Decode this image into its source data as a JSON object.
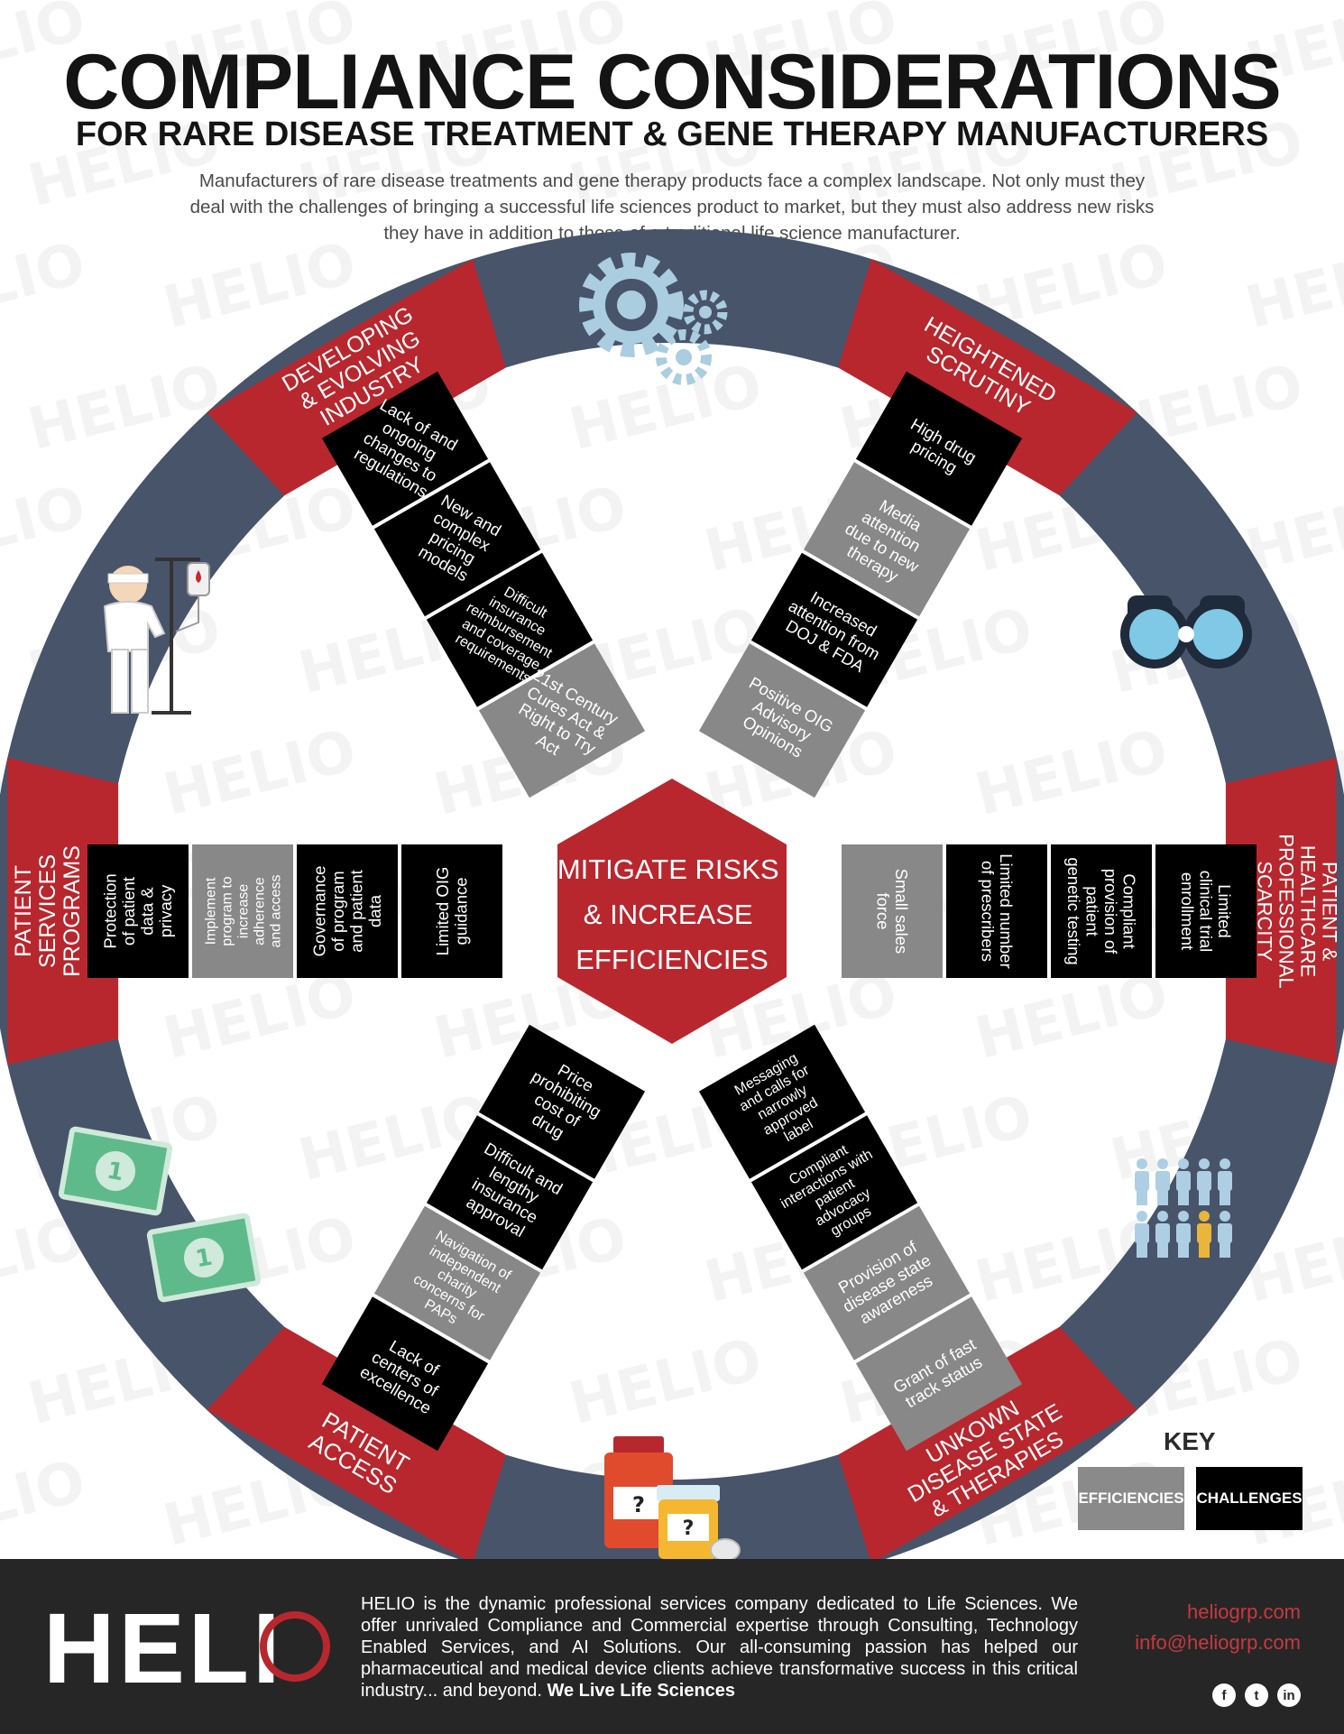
{
  "header": {
    "title": "COMPLIANCE CONSIDERATIONS",
    "subtitle": "FOR RARE DISEASE TREATMENT & GENE THERAPY MANUFACTURERS",
    "intro_lines": [
      "Manufacturers of rare disease treatments and gene therapy products face a complex landscape. Not only must they",
      "deal with the challenges of bringing a successful life sciences product to market, but they must also address new risks",
      "they have in addition to those of a traditional life science manufacturer."
    ]
  },
  "watermark": "HELIO",
  "center": {
    "lines": [
      "MITIGATE RISKS",
      "& INCREASE",
      "EFFICIENCIES"
    ]
  },
  "categories": [
    {
      "name": "developing",
      "lines": [
        "DEVELOPING",
        "& EVOLVING",
        "INDUSTRY"
      ]
    },
    {
      "name": "scrutiny",
      "lines": [
        "HEIGHTENED",
        "SCRUTINY"
      ]
    },
    {
      "name": "scarcity",
      "lines": [
        "PATIENT &",
        "HEALTHCARE",
        "PROFESSIONAL",
        "SCARCITY"
      ]
    },
    {
      "name": "unknown",
      "lines": [
        "UNKOWN",
        "DISEASE STATE",
        "& THERAPIES"
      ]
    },
    {
      "name": "access",
      "lines": [
        "PATIENT",
        "ACCESS"
      ]
    },
    {
      "name": "patient-services",
      "lines": [
        "PATIENT",
        "SERVICES",
        "PROGRAMS"
      ]
    }
  ],
  "spokes": {
    "upper_left": [
      {
        "type": "challenge",
        "lines": [
          "Lack of and",
          "ongoing",
          "changes to",
          "regulations"
        ]
      },
      {
        "type": "challenge",
        "lines": [
          "New and",
          "complex",
          "pricing",
          "models"
        ]
      },
      {
        "type": "challenge",
        "lines": [
          "Difficult",
          "insurance",
          "reimbursement",
          "and coverage",
          "requirements"
        ]
      },
      {
        "type": "efficiency",
        "lines": [
          "21st Century",
          "Cures Act &",
          "Right to Try",
          "Act"
        ]
      }
    ],
    "upper_right": [
      {
        "type": "challenge",
        "lines": [
          "High drug",
          "pricing"
        ]
      },
      {
        "type": "efficiency",
        "lines": [
          "Media",
          "attention",
          "due to new",
          "therapy"
        ]
      },
      {
        "type": "challenge",
        "lines": [
          "Increased",
          "attention from",
          "DOJ & FDA"
        ]
      },
      {
        "type": "efficiency",
        "lines": [
          "Positive OIG",
          "Advisory",
          "Opinions"
        ]
      }
    ],
    "left": [
      {
        "type": "challenge",
        "lines": [
          "Protection",
          "of patient",
          "data &",
          "privacy"
        ]
      },
      {
        "type": "efficiency",
        "lines": [
          "Implement",
          "program to",
          "increase",
          "adherence",
          "and access"
        ]
      },
      {
        "type": "challenge",
        "lines": [
          "Governance",
          "of program",
          "and patient",
          "data"
        ]
      },
      {
        "type": "challenge",
        "lines": [
          "Limited OIG",
          "guidance"
        ]
      }
    ],
    "right": [
      {
        "type": "challenge",
        "lines": [
          "Limited",
          "clinical trial",
          "enrollment"
        ]
      },
      {
        "type": "challenge",
        "lines": [
          "Compliant",
          "provision of",
          "patient",
          "genetic testing"
        ]
      },
      {
        "type": "challenge",
        "lines": [
          "Limited number",
          "of prescribers"
        ]
      },
      {
        "type": "efficiency",
        "lines": [
          "Small sales",
          "force"
        ]
      }
    ],
    "lower_left": [
      {
        "type": "challenge",
        "lines": [
          "Lack of",
          "centers of",
          "excellence"
        ]
      },
      {
        "type": "efficiency",
        "lines": [
          "Navigation of",
          "independent",
          "charity",
          "concerns for",
          "PAPs"
        ]
      },
      {
        "type": "challenge",
        "lines": [
          "Difficult and",
          "lengthy",
          "insurance",
          "approval"
        ]
      },
      {
        "type": "challenge",
        "lines": [
          "Price",
          "prohibiting",
          "cost of",
          "drug"
        ]
      }
    ],
    "lower_right": [
      {
        "type": "efficiency",
        "lines": [
          "Grant of fast",
          "track status"
        ]
      },
      {
        "type": "efficiency",
        "lines": [
          "Provision of",
          "disease state",
          "awareness"
        ]
      },
      {
        "type": "challenge",
        "lines": [
          "Compliant",
          "interactions with",
          "patient",
          "advocacy",
          "groups"
        ]
      },
      {
        "type": "challenge",
        "lines": [
          "Messaging",
          "and calls for",
          "narrowly",
          "approved",
          "label"
        ]
      }
    ]
  },
  "icons": [
    "gears-icon",
    "binoculars-icon",
    "crowd-icon",
    "pill-bottles-icon",
    "money-bills-icon",
    "patient-iv-icon"
  ],
  "money_glyph": "1",
  "pill_glyph": "?",
  "key": {
    "title": "KEY",
    "efficiencies": "EFFICIENCIES",
    "challenges": "CHALLENGES"
  },
  "footer": {
    "logo": "HELI",
    "about": "HELIO is the dynamic professional services company dedicated to Life Sciences. We offer unrivaled Compliance and Commercial expertise through Consulting, Technology Enabled Services, and AI Solutions. Our all-consuming passion has helped our pharmaceutical and medical device clients achieve transformative success in this critical industry... and beyond.",
    "tagline": "We Live Life Sciences",
    "website": "heliogrp.com",
    "email": "info@heliogrp.com",
    "social": [
      "f",
      "t",
      "in"
    ]
  },
  "colors": {
    "ring": "#48546a",
    "red": "#b8272e",
    "challenge": "#000000",
    "efficiency": "#888888",
    "footer": "#262626"
  }
}
